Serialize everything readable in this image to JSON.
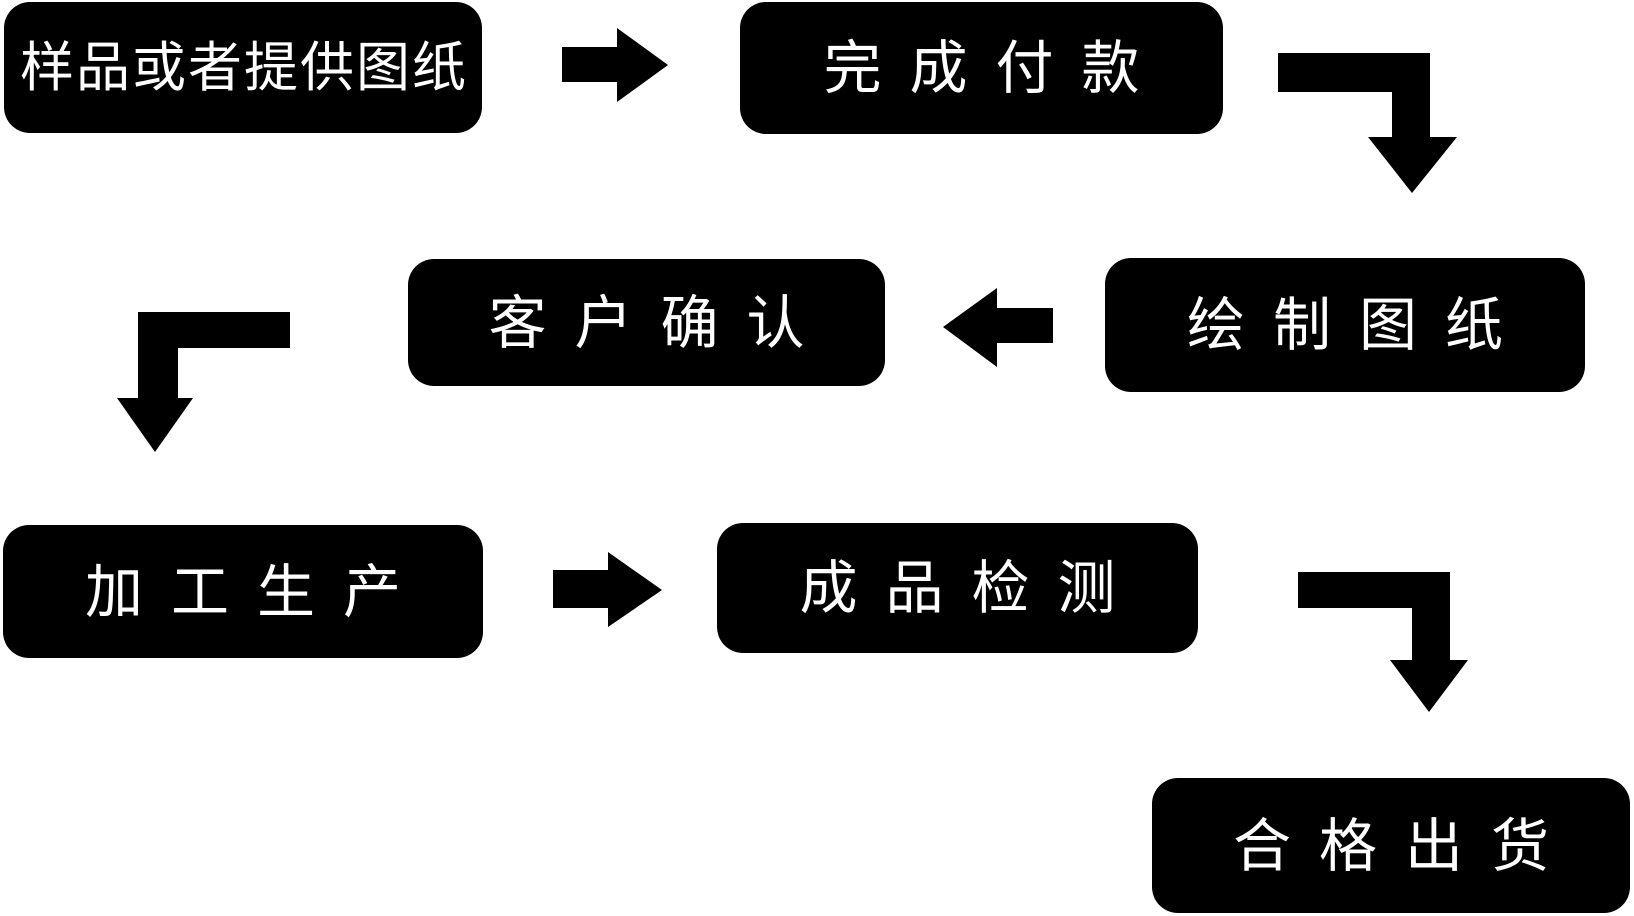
{
  "colors": {
    "background": "#ffffff",
    "node_fill": "#000000",
    "node_text": "#ffffff",
    "arrow": "#000000"
  },
  "nodes": [
    {
      "id": "sample",
      "label": "样品或者提供图纸"
    },
    {
      "id": "payment",
      "label": "完成付款"
    },
    {
      "id": "draw",
      "label": "绘制图纸"
    },
    {
      "id": "confirm",
      "label": "客户确认"
    },
    {
      "id": "production",
      "label": "加工生产"
    },
    {
      "id": "inspection",
      "label": "成品检测"
    },
    {
      "id": "shipment",
      "label": "合格出货"
    }
  ],
  "flow": [
    {
      "from": "样品或者提供图纸",
      "to": "完成付款",
      "arrow": "right"
    },
    {
      "from": "完成付款",
      "to": "绘制图纸",
      "arrow": "elbow-down-right"
    },
    {
      "from": "绘制图纸",
      "to": "客户确认",
      "arrow": "left"
    },
    {
      "from": "客户确认",
      "to": "加工生产",
      "arrow": "elbow-down-left"
    },
    {
      "from": "加工生产",
      "to": "成品检测",
      "arrow": "right"
    },
    {
      "from": "成品检测",
      "to": "合格出货",
      "arrow": "elbow-down-right"
    }
  ]
}
